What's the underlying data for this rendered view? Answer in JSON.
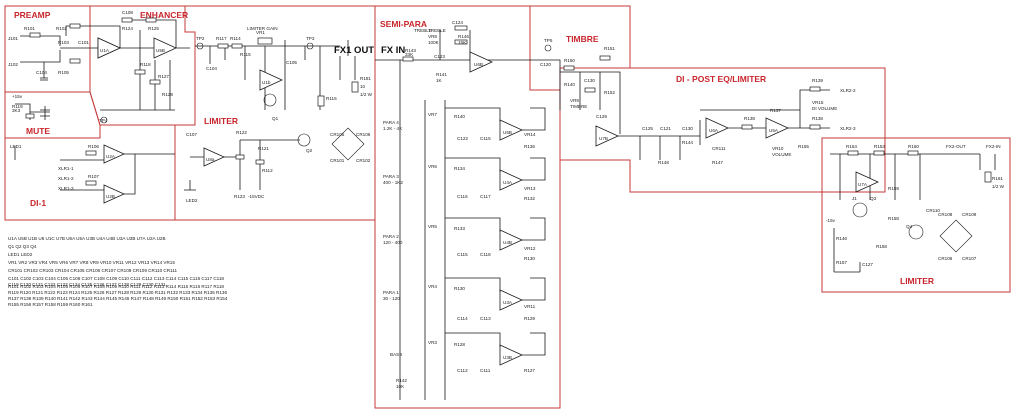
{
  "sections": {
    "preamp": "PREAMP",
    "enhancer": "ENHANCER",
    "mute": "MUTE",
    "di1": "DI-1",
    "limiter_left": "LIMITER",
    "semi_para": "SEMI-PARA",
    "timbre": "TIMBRE",
    "di_post": "DI - POST EQ/LIMITER",
    "limiter_right": "LIMITER"
  },
  "jacks": {
    "fx1_out": "FX1 OUT",
    "fx_in": "FX IN",
    "fx2_out": "FX2-OUT",
    "fx2_in": "FX2-IN"
  },
  "band_labels": {
    "para4": "PARA 4",
    "para4_range": "1.2K - 4K",
    "para3": "PARA 3",
    "para3_range": "400 - 1K2",
    "para2": "PARA 2",
    "para2_range": "120 - 400",
    "para1": "PARA 1",
    "para1_range": "30 - 120",
    "bass": "BASS"
  },
  "misc": {
    "treble": "TREBLE",
    "limiter_gain": "LIMITER GAIN",
    "xlr2": "XLR2-2",
    "xlr3": "XLR2-3",
    "minus15v": "-15v",
    "plus15v": "+15v",
    "di_volume": "DI VOLUME",
    "volume": "VOLUME"
  },
  "components": {
    "opamps": [
      "U1A",
      "U5B",
      "U1B",
      "U6",
      "U1C",
      "U7B",
      "U6A",
      "U5A",
      "U3B",
      "U4A",
      "U4B",
      "U3A",
      "U3B",
      "U7A",
      "U2A",
      "U2B"
    ],
    "resistors": [
      "R101",
      "R102",
      "R103",
      "R104",
      "R105",
      "R106",
      "R107",
      "R108",
      "R109",
      "R110",
      "R111",
      "R112",
      "R113",
      "R114",
      "R115",
      "R116",
      "R117",
      "R118",
      "R119",
      "R120",
      "R121",
      "R122",
      "R123",
      "R124",
      "R125",
      "R126",
      "R127",
      "R128",
      "R129",
      "R130",
      "R131",
      "R132",
      "R133",
      "R134",
      "R135",
      "R136",
      "R137",
      "R138",
      "R139",
      "R140",
      "R141",
      "R142",
      "R143",
      "R144",
      "R145",
      "R146",
      "R147",
      "R148",
      "R149",
      "R150",
      "R151",
      "R152",
      "R153",
      "R154",
      "R155",
      "R156",
      "R157",
      "R158",
      "R159",
      "R160",
      "R161"
    ],
    "capacitors": [
      "C101",
      "C102",
      "C103",
      "C104",
      "C105",
      "C106",
      "C107",
      "C108",
      "C109",
      "C110",
      "C111",
      "C112",
      "C113",
      "C114",
      "C115",
      "C116",
      "C117",
      "C118",
      "C119",
      "C120",
      "C121",
      "C122",
      "C123",
      "C124",
      "C125",
      "C126",
      "C127",
      "C128",
      "C129",
      "C130",
      "C131"
    ],
    "pots": [
      "VR1",
      "VR2",
      "VR3",
      "VR4",
      "VR5",
      "VR6",
      "VR7",
      "VR8",
      "VR9",
      "VR10",
      "VR11",
      "VR12",
      "VR13",
      "VR14",
      "VR15"
    ],
    "diodes": [
      "CR101",
      "CR102",
      "CR103",
      "CR104",
      "CR105",
      "CR106",
      "CR107",
      "CR108",
      "CR109",
      "CR110",
      "CR111"
    ],
    "transistors": [
      "Q1",
      "Q2",
      "Q3",
      "Q4"
    ],
    "leds": [
      "LED1",
      "LED2"
    ]
  }
}
